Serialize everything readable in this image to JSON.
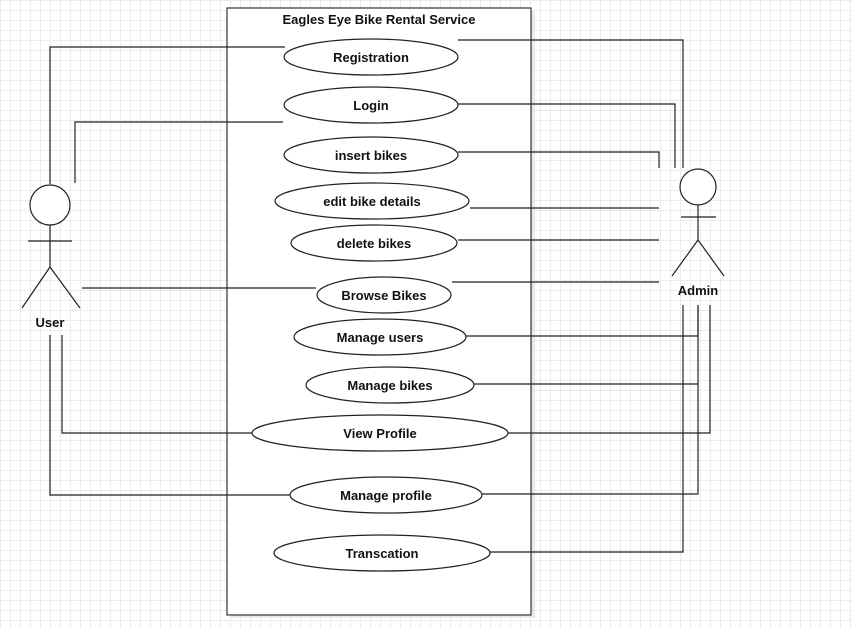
{
  "diagram": {
    "system_title": "Eagles Eye Bike Rental Service",
    "actors": {
      "user": "User",
      "admin": "Admin"
    },
    "use_cases": [
      {
        "id": "registration",
        "label": "Registration"
      },
      {
        "id": "login",
        "label": "Login"
      },
      {
        "id": "insert-bikes",
        "label": "insert bikes"
      },
      {
        "id": "edit-bike-details",
        "label": "edit bike details"
      },
      {
        "id": "delete-bikes",
        "label": "delete bikes"
      },
      {
        "id": "browse-bikes",
        "label": "Browse Bikes"
      },
      {
        "id": "manage-users",
        "label": "Manage users"
      },
      {
        "id": "manage-bikes",
        "label": "Manage bikes"
      },
      {
        "id": "view-profile",
        "label": "View Profile"
      },
      {
        "id": "manage-profile",
        "label": "Manage profile"
      },
      {
        "id": "transcation",
        "label": "Transcation"
      }
    ]
  }
}
